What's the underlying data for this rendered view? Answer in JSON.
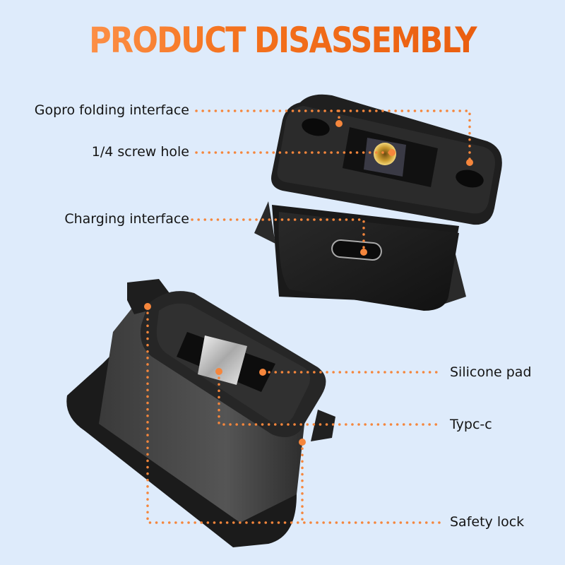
{
  "header": {
    "title": "PRODUCT DISASSEMBLY"
  },
  "colors": {
    "background": "#deebfb",
    "accent": "#f5863c",
    "title_start": "#ff9a55",
    "title_end": "#e85a0c",
    "device": "#1e1e1e"
  },
  "callouts": {
    "left": [
      {
        "label": "Gopro folding interface"
      },
      {
        "label": "1/4 screw hole"
      },
      {
        "label": "Charging interface"
      }
    ],
    "right": [
      {
        "label": "Silicone pad"
      },
      {
        "label": "Typc-c"
      },
      {
        "label": "Safety lock"
      }
    ]
  }
}
